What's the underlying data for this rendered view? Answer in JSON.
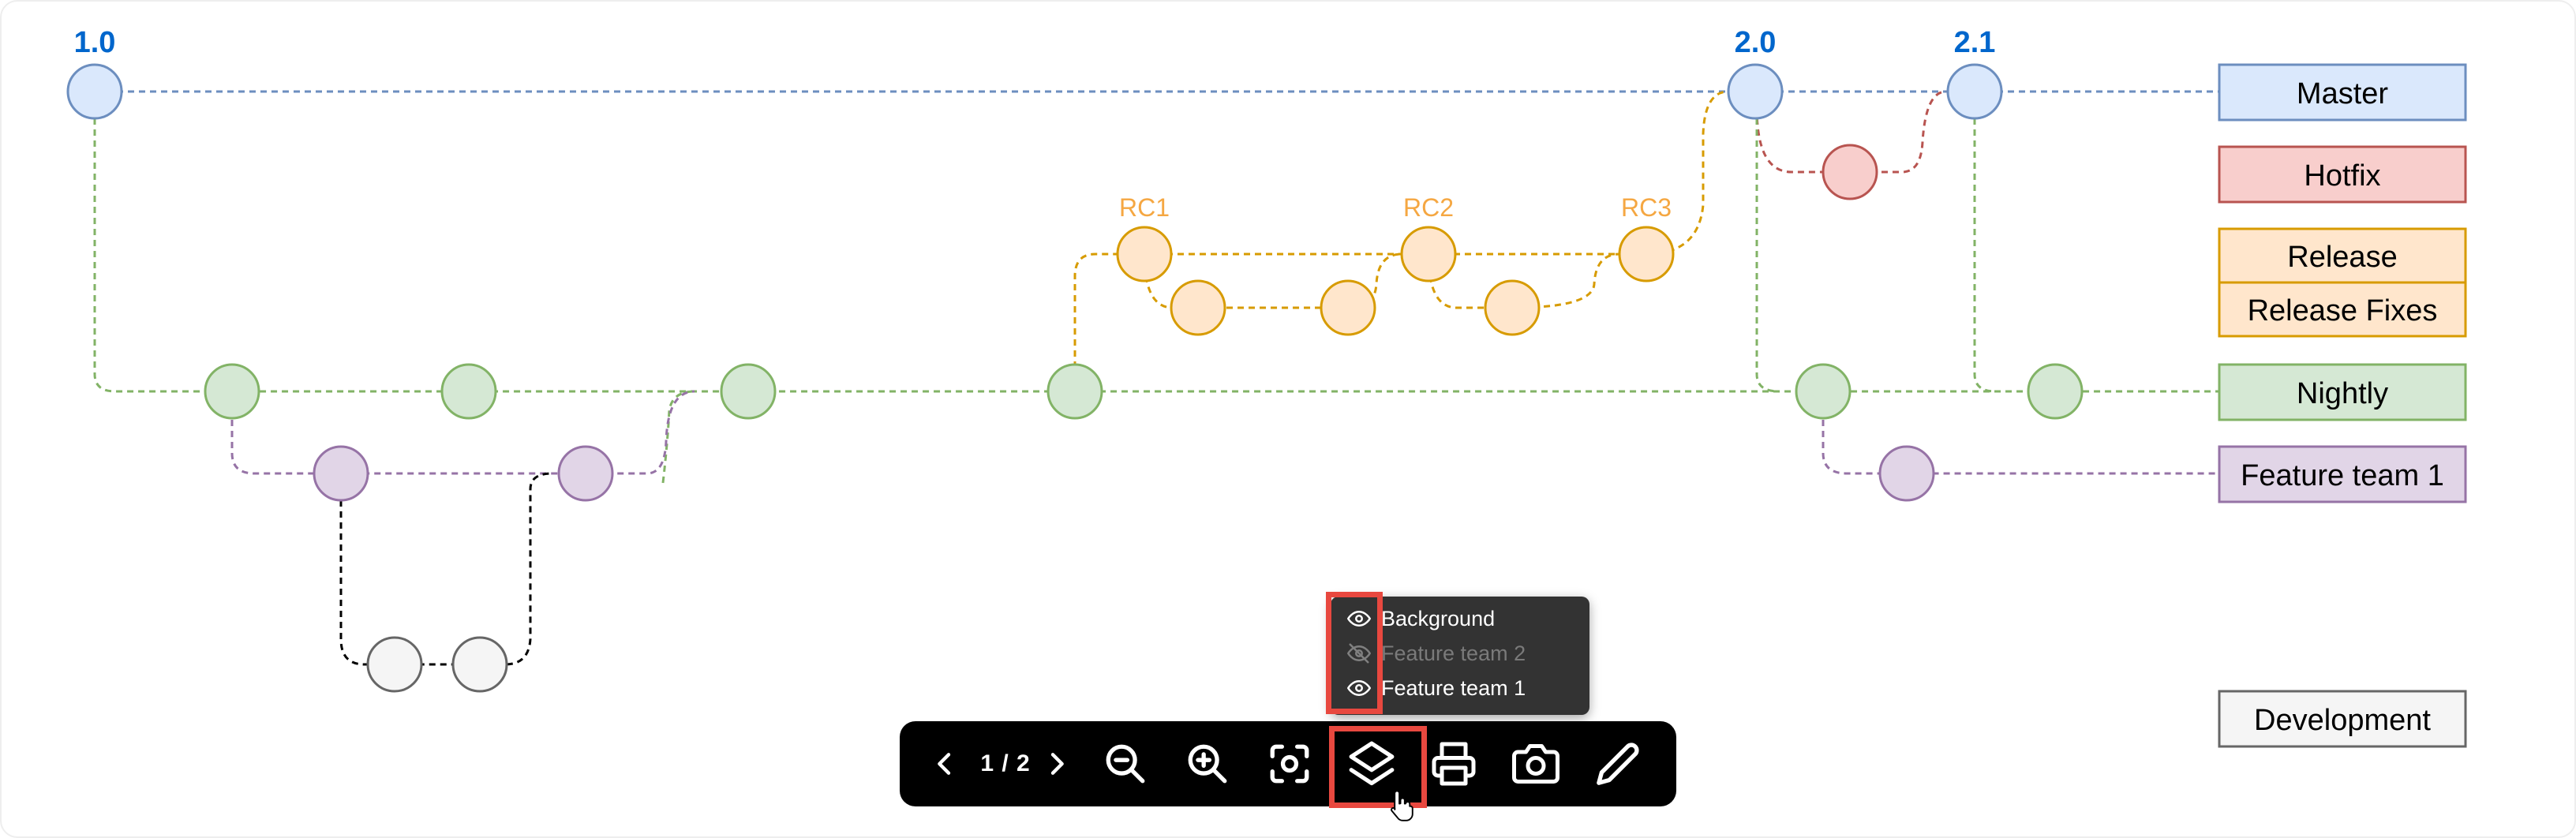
{
  "diagram": {
    "versions": {
      "v1": "1.0",
      "v2": "2.0",
      "v21": "2.1"
    },
    "release_candidates": {
      "rc1": "RC1",
      "rc2": "RC2",
      "rc3": "RC3"
    },
    "legend": {
      "master": "Master",
      "hotfix": "Hotfix",
      "release": "Release",
      "release_fixes": "Release Fixes",
      "nightly": "Nightly",
      "feature_team_1": "Feature team 1",
      "development": "Development"
    },
    "colors": {
      "master_fill": "#dae8fc",
      "master_stroke": "#6c8ebf",
      "hotfix_fill": "#f8cecc",
      "hotfix_stroke": "#b85450",
      "release_fill": "#ffe6cc",
      "release_stroke": "#d79b00",
      "nightly_fill": "#d5e8d4",
      "nightly_stroke": "#82b366",
      "feature_fill": "#e1d5e7",
      "feature_stroke": "#9673a6",
      "dev_fill": "#f5f5f5",
      "dev_stroke": "#666666",
      "version_text": "#0066cc",
      "rc_text": "#f5a742"
    }
  },
  "layers_popup": {
    "items": [
      {
        "label": "Background",
        "visible": true,
        "icon": "eye-icon"
      },
      {
        "label": "Feature team 2",
        "visible": false,
        "icon": "eye-off-icon"
      },
      {
        "label": "Feature team 1",
        "visible": true,
        "icon": "eye-icon"
      }
    ]
  },
  "toolbar": {
    "page_indicator": "1 / 2",
    "buttons": [
      "previous-page",
      "next-page",
      "zoom-out",
      "zoom-in",
      "fit",
      "layers",
      "print",
      "export-image",
      "edit"
    ]
  }
}
